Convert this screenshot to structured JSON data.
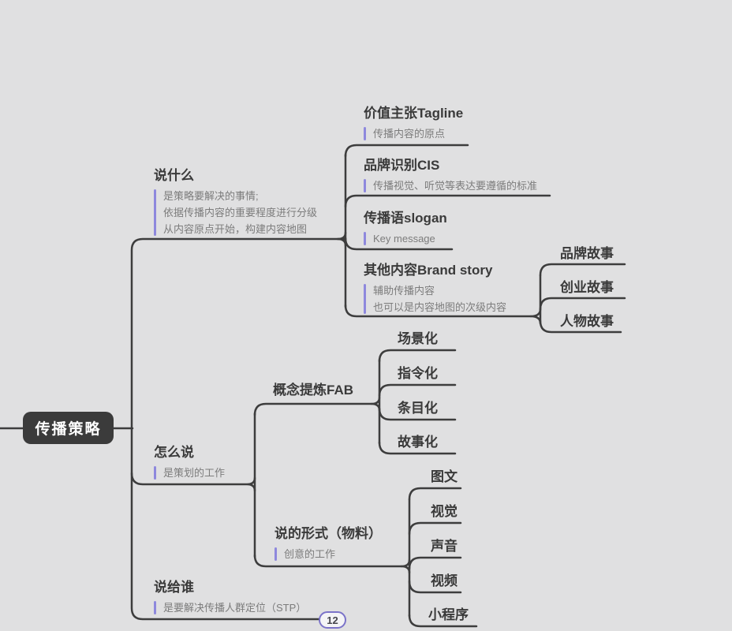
{
  "app": {
    "type": "mindmap",
    "theme_colors": {
      "background": "#e0e0e1",
      "line": "#3d3d3d",
      "root_fill": "#3b3b3b",
      "root_text": "#ffffff",
      "title_text": "#3a3a3a",
      "note_text": "#7c7c7c",
      "note_accent": "#8e88dd",
      "badge_border": "#7b73c9"
    }
  },
  "root": {
    "label": "传播策略"
  },
  "badge": {
    "value": "12"
  },
  "nodes": {
    "what": {
      "title": "说什么",
      "notes": [
        "是策略要解决的事情;",
        "依据传播内容的重要程度进行分级",
        "从内容原点开始，构建内容地图"
      ]
    },
    "tagline": {
      "title": "价值主张Tagline",
      "notes": [
        "传播内容的原点"
      ]
    },
    "cis": {
      "title": "品牌识别CIS",
      "notes": [
        "传播视觉、听觉等表达要遵循的标准"
      ]
    },
    "slogan": {
      "title": "传播语slogan",
      "notes": [
        "Key message"
      ]
    },
    "brandstory": {
      "title": "其他内容Brand story",
      "notes": [
        "辅助传播内容",
        "也可以是内容地图的次级内容"
      ]
    },
    "story_brand": {
      "title": "品牌故事"
    },
    "story_startup": {
      "title": "创业故事"
    },
    "story_people": {
      "title": "人物故事"
    },
    "how": {
      "title": "怎么说",
      "notes": [
        "是策划的工作"
      ]
    },
    "fab": {
      "title": "概念提炼FAB"
    },
    "scenario": {
      "title": "场景化"
    },
    "command": {
      "title": "指令化"
    },
    "itemize": {
      "title": "条目化"
    },
    "storytelling": {
      "title": "故事化"
    },
    "format": {
      "title": "说的形式（物料）",
      "notes": [
        "创意的工作"
      ]
    },
    "graphic_text": {
      "title": "图文"
    },
    "visual": {
      "title": "视觉"
    },
    "sound": {
      "title": "声音"
    },
    "video": {
      "title": "视频"
    },
    "mini_program": {
      "title": "小程序"
    },
    "who": {
      "title": "说给谁",
      "notes": [
        "是要解决传播人群定位（STP）"
      ]
    }
  }
}
